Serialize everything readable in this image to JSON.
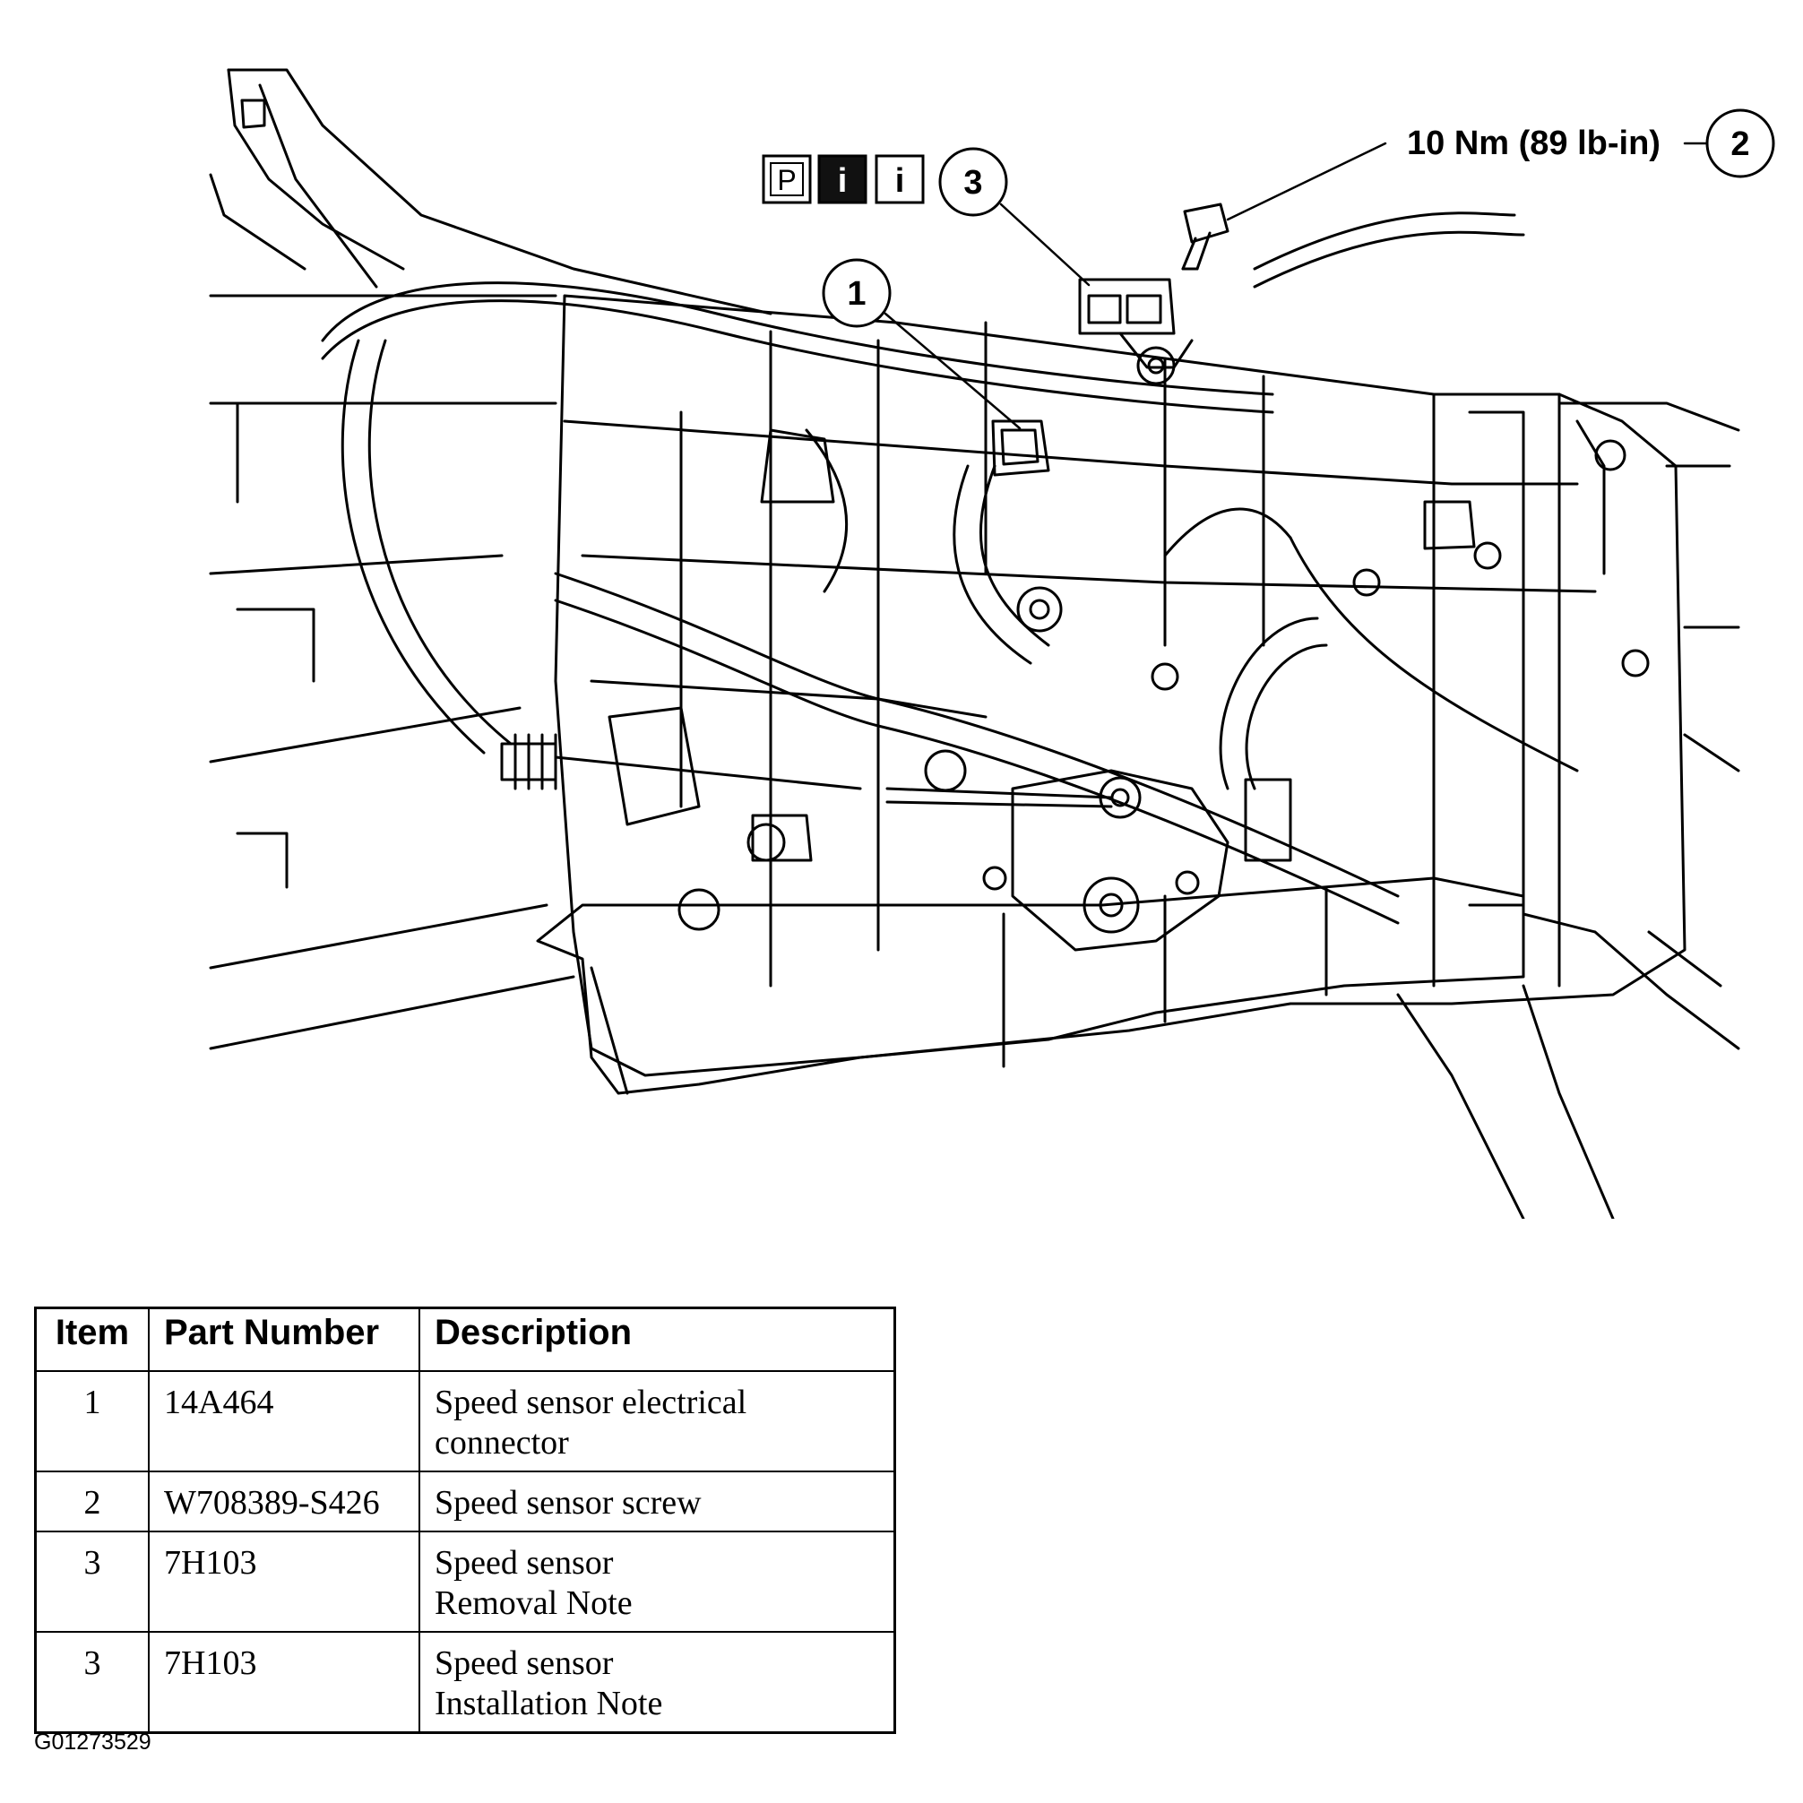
{
  "callouts": {
    "item1": "1",
    "item2": "2",
    "item3": "3",
    "torque": "10 Nm (89 lb-in)",
    "icon_p": "P",
    "icon_i1": "i",
    "icon_i2": "i"
  },
  "table": {
    "headers": [
      "Item",
      "Part Number",
      "Description"
    ],
    "rows": [
      {
        "item": "1",
        "part": "14A464",
        "desc_line1": "Speed sensor electrical",
        "desc_line2": "connector"
      },
      {
        "item": "2",
        "part": "W708389-S426",
        "desc_line1": "Speed sensor screw",
        "desc_line2": ""
      },
      {
        "item": "3",
        "part": "7H103",
        "desc_line1": "Speed sensor",
        "desc_line2": "Removal Note"
      },
      {
        "item": "3",
        "part": "7H103",
        "desc_line1": "Speed sensor",
        "desc_line2": "Installation Note"
      }
    ]
  },
  "figure_id": "G01273529"
}
